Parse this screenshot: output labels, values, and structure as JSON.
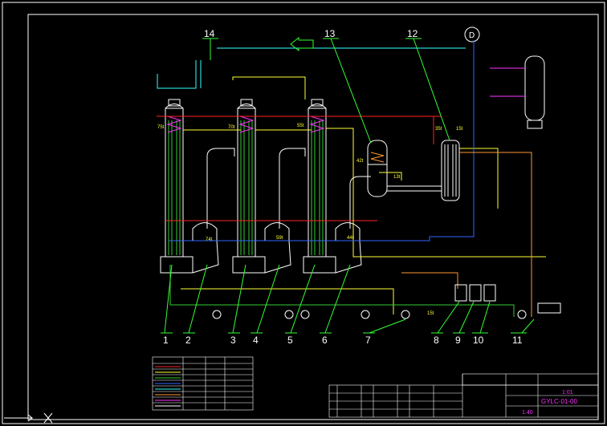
{
  "drawing": {
    "callouts": [
      {
        "label": "1"
      },
      {
        "label": "2"
      },
      {
        "label": "3"
      },
      {
        "label": "4"
      },
      {
        "label": "5"
      },
      {
        "label": "6"
      },
      {
        "label": "7"
      },
      {
        "label": "8"
      },
      {
        "label": "9"
      },
      {
        "label": "10"
      },
      {
        "label": "11"
      },
      {
        "label": "12"
      },
      {
        "label": "13"
      },
      {
        "label": "14"
      }
    ],
    "temperatures": {
      "evap1_top": "75t",
      "evap2_top": "70t",
      "evap3_top": "55t",
      "sep1": "74t",
      "sep2": "59t",
      "sep3": "44t",
      "preheater": "42t",
      "preheater_out": "13t",
      "condenser_left": "35t",
      "condenser_right": "15t",
      "bottom_line": "15t"
    },
    "vessel_marker": "D",
    "title_block": {
      "drawing_no": "GYLC-01-00",
      "scale": "1:40",
      "mass": "1:01"
    }
  },
  "colors": {
    "frame": "#ffffff",
    "steam": "#ff2222",
    "vapor": "#ffff33",
    "water": "#33cc33",
    "vacuum": "#3366ff",
    "label": "#ff33ff",
    "leader": "#33ff33",
    "cyan": "#33ffff",
    "orange": "#ff9933"
  }
}
